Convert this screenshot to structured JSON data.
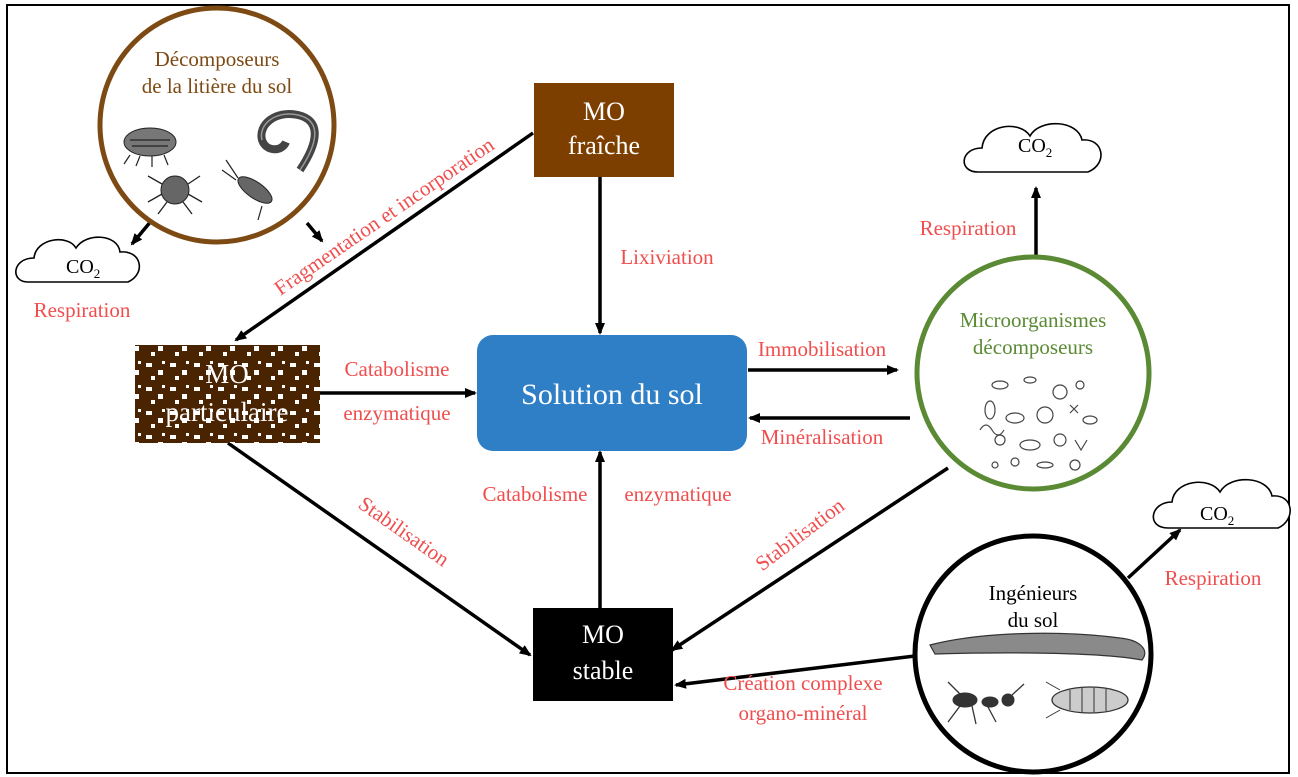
{
  "colors": {
    "label_red": "#f04e4e",
    "mo_fraiche": "#7d3f00",
    "mo_particulaire": "#4a2300",
    "mo_stable": "#000000",
    "solution": "#2f7fc6",
    "microorganismes": "#5a8a34",
    "decomposeurs": "#7d4a14"
  },
  "nodes": {
    "decomposeurs_line1": "Décomposeurs",
    "decomposeurs_line2": "de la litière du sol",
    "mo_fraiche_line1": "MO",
    "mo_fraiche_line2": "fraîche",
    "mo_particulaire_line1": "MO",
    "mo_particulaire_line2": "particulaire",
    "solution": "Solution du sol",
    "micro_line1": "Microorganismes",
    "micro_line2": "décomposeurs",
    "mo_stable_line1": "MO",
    "mo_stable_line2": "stable",
    "ingenieurs_line1": "Ingénieurs",
    "ingenieurs_line2": "du sol"
  },
  "clouds": {
    "co2_text": "CO",
    "co2_sub": "2"
  },
  "labels": {
    "respiration_left": "Respiration",
    "respiration_top_right": "Respiration",
    "respiration_bottom_right": "Respiration",
    "fragmentation": "Fragmentation et incorporation",
    "lixiviation": "Lixiviation",
    "catabolisme_1": "Catabolisme",
    "enzymatique_1": "enzymatique",
    "immobilisation": "Immobilisation",
    "mineralisation": "Minéralisation",
    "catabolisme_2": "Catabolisme",
    "enzymatique_2": "enzymatique",
    "stabilisation_left": "Stabilisation",
    "stabilisation_right": "Stabilisation",
    "creation_line1": "Création complexe",
    "creation_line2": "organo-minéral"
  },
  "icons": [
    "soil-arthropods-illustration",
    "microbes-illustration",
    "earthworm-ant-illustration"
  ]
}
